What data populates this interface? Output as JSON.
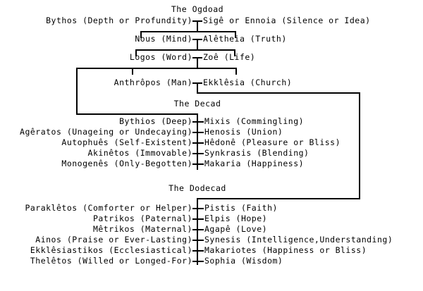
{
  "diagram": {
    "title_visible": false,
    "ink_color": "#000000",
    "background_color": "#ffffff"
  },
  "sections": [
    {
      "heading": "The Ogdoad",
      "pairs": [
        {
          "left": "Bythos (Depth or Profundity)",
          "right": "Sigê or Ennoia (Silence or Idea)"
        },
        {
          "left": "Nous (Mind)",
          "right": "Alêtheia (Truth)"
        },
        {
          "left": "Logos (Word)",
          "right": "Zoê (Life)"
        },
        {
          "left": "Anthrôpos (Man)",
          "right": "Ekklêsia (Church)"
        }
      ]
    },
    {
      "heading": "The Decad",
      "pairs": [
        {
          "left": "Bythios (Deep)",
          "right": "Mixis (Commingling)"
        },
        {
          "left": "Agêratos (Unageing or Undecaying)",
          "right": "Henosis (Union)"
        },
        {
          "left": "Autophuês (Self-Existent)",
          "right": "Hêdonê (Pleasure or Bliss)"
        },
        {
          "left": "Akinêtos (Immovable)",
          "right": "Synkrasis (Blending)"
        },
        {
          "left": "Monogenês (Only-Begotten)",
          "right": "Makaria (Happiness)"
        }
      ]
    },
    {
      "heading": "The Dodecad",
      "pairs": [
        {
          "left": "Paraklêtos (Comforter or Helper)",
          "right": "Pistis (Faith)"
        },
        {
          "left": "Patrikos (Paternal)",
          "right": "Elpis (Hope)"
        },
        {
          "left": "Mêtrikos (Maternal)",
          "right": "Agapê (Love)"
        },
        {
          "left": "Ainos (Praise or Ever-Lasting)",
          "right": "Synesis (Intelligence,Understanding)"
        },
        {
          "left": "Ekklêsiastikos (Ecclesiastical)",
          "right": "Makariotes (Happiness or Bliss)"
        },
        {
          "left": "Thelêtos (Willed or Longed-For)",
          "right": "Sophia (Wisdom)"
        }
      ]
    }
  ]
}
